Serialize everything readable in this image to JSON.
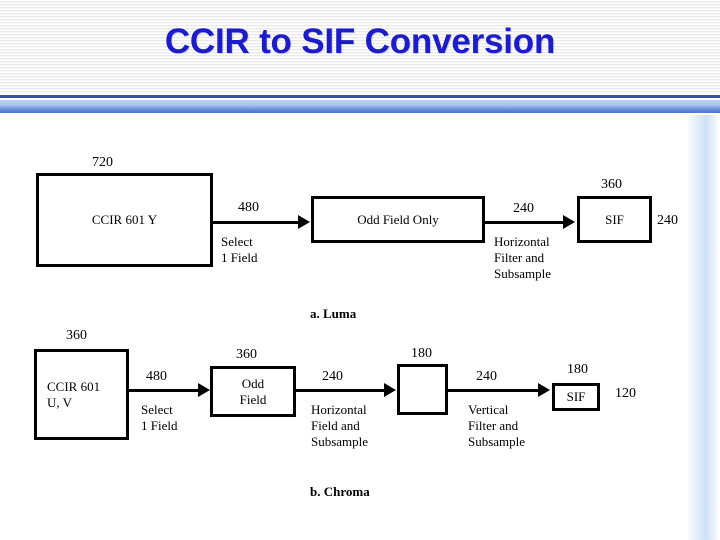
{
  "slide": {
    "title": "CCIR to SIF Conversion",
    "title_color": "#1c1cc8",
    "accent_color": "#3d4fa8"
  },
  "luma": {
    "caption": "a. Luma",
    "source_box": {
      "label": "CCIR 601 Y",
      "top_dim": "720"
    },
    "edge1": {
      "dim": "480",
      "note": "Select\n1 Field"
    },
    "mid_box": {
      "label": "Odd Field Only"
    },
    "edge2": {
      "dim": "240",
      "note": "Horizontal\nFilter and\nSubsample"
    },
    "out_box": {
      "label": "SIF",
      "top_dim": "360",
      "side_dim": "240"
    }
  },
  "chroma": {
    "caption": "b. Chroma",
    "source_box": {
      "label": "CCIR 601\nU, V",
      "top_dim": "360"
    },
    "edge1": {
      "dim": "480",
      "note": "Select\n1 Field"
    },
    "mid_box": {
      "label": "Odd\nField",
      "top_dim": "360"
    },
    "edge2": {
      "dim": "240",
      "note": "Horizontal\nField and\nSubsample"
    },
    "blank_box": {
      "label": "",
      "top_dim": "180"
    },
    "edge3": {
      "dim": "240",
      "note": "Vertical\nFilter and\nSubsample"
    },
    "out_box": {
      "label": "SIF",
      "top_dim": "180",
      "side_dim": "120"
    }
  }
}
